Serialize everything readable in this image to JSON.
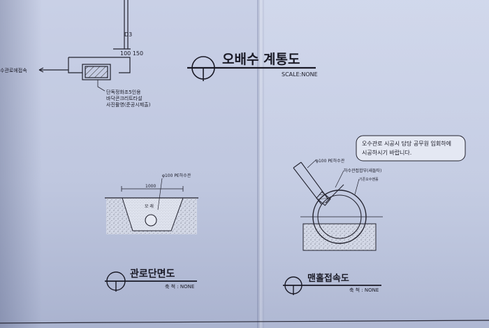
{
  "main_diagram": {
    "title": "오배수 계통도",
    "scale": "SCALE:NONE",
    "pipe_label_d3": "D3",
    "pipe_dims": "100 150",
    "connection_note": "수관로에접속",
    "box_note_line1": "단독정화조5인용",
    "box_note_line2": "바닥콘크리트타설",
    "box_note_line3": "사진촬영(준공시제출)"
  },
  "section_diagram": {
    "title": "관로단면도",
    "scale": "축 척 : NONE",
    "width_dim": "1000",
    "pipe_label": "φ100 PE하수관",
    "fill_label": "모 래"
  },
  "manhole_diagram": {
    "title": "맨홀접속도",
    "scale": "축 척 : NONE",
    "pipe_label": "φ100 PE하수관",
    "fitting_label": "하수관접합부(새들타)",
    "manhole_label": "기존오수맨홀",
    "note_line1": "오수관로 시공시 담당 공무원 입회하에",
    "note_line2": "시공하시기 바랍니다."
  }
}
